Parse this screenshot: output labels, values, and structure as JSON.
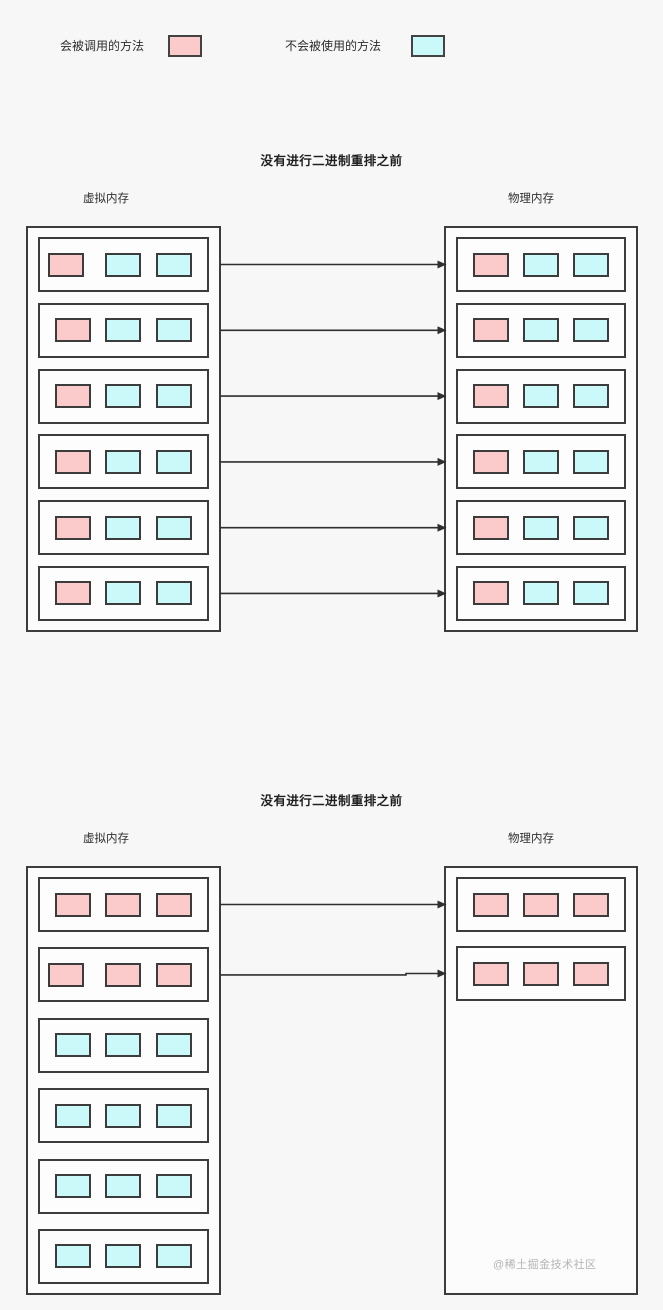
{
  "legend": {
    "items": [
      {
        "label": "会被调用的方法",
        "swatch": "pink",
        "color": "#fbcbcb",
        "icon": "legend-swatch-icon"
      },
      {
        "label": "不会被使用的方法",
        "swatch": "cyan",
        "color": "#cbf8f8",
        "icon": "legend-swatch-icon"
      }
    ]
  },
  "sections": [
    {
      "title": "没有进行二进制重排之前",
      "left_label": "虚拟内存",
      "right_label": "物理内存",
      "virtual_rows": [
        {
          "cells": [
            "pink",
            "cyan",
            "cyan"
          ]
        },
        {
          "cells": [
            "pink",
            "cyan",
            "cyan"
          ]
        },
        {
          "cells": [
            "pink",
            "cyan",
            "cyan"
          ]
        },
        {
          "cells": [
            "pink",
            "cyan",
            "cyan"
          ]
        },
        {
          "cells": [
            "pink",
            "cyan",
            "cyan"
          ]
        },
        {
          "cells": [
            "pink",
            "cyan",
            "cyan"
          ]
        }
      ],
      "physical_rows": [
        {
          "cells": [
            "pink",
            "cyan",
            "cyan"
          ]
        },
        {
          "cells": [
            "pink",
            "cyan",
            "cyan"
          ]
        },
        {
          "cells": [
            "pink",
            "cyan",
            "cyan"
          ]
        },
        {
          "cells": [
            "pink",
            "cyan",
            "cyan"
          ]
        },
        {
          "cells": [
            "pink",
            "cyan",
            "cyan"
          ]
        },
        {
          "cells": [
            "pink",
            "cyan",
            "cyan"
          ]
        }
      ],
      "arrow_count": 6
    },
    {
      "title": "没有进行二进制重排之前",
      "left_label": "虚拟内存",
      "right_label": "物理内存",
      "virtual_rows": [
        {
          "cells": [
            "pink",
            "pink",
            "pink"
          ]
        },
        {
          "cells": [
            "pink",
            "pink",
            "pink"
          ]
        },
        {
          "cells": [
            "cyan",
            "cyan",
            "cyan"
          ]
        },
        {
          "cells": [
            "cyan",
            "cyan",
            "cyan"
          ]
        },
        {
          "cells": [
            "cyan",
            "cyan",
            "cyan"
          ]
        },
        {
          "cells": [
            "cyan",
            "cyan",
            "cyan"
          ]
        }
      ],
      "physical_rows": [
        {
          "cells": [
            "pink",
            "pink",
            "pink"
          ]
        },
        {
          "cells": [
            "pink",
            "pink",
            "pink"
          ]
        }
      ],
      "arrow_count": 2
    }
  ],
  "watermark": "@稀土掘金技术社区",
  "colors": {
    "pink": "#fbcbcb",
    "cyan": "#cbf8f8",
    "stroke": "#3c3c3c",
    "background": "#f7f7f7"
  }
}
